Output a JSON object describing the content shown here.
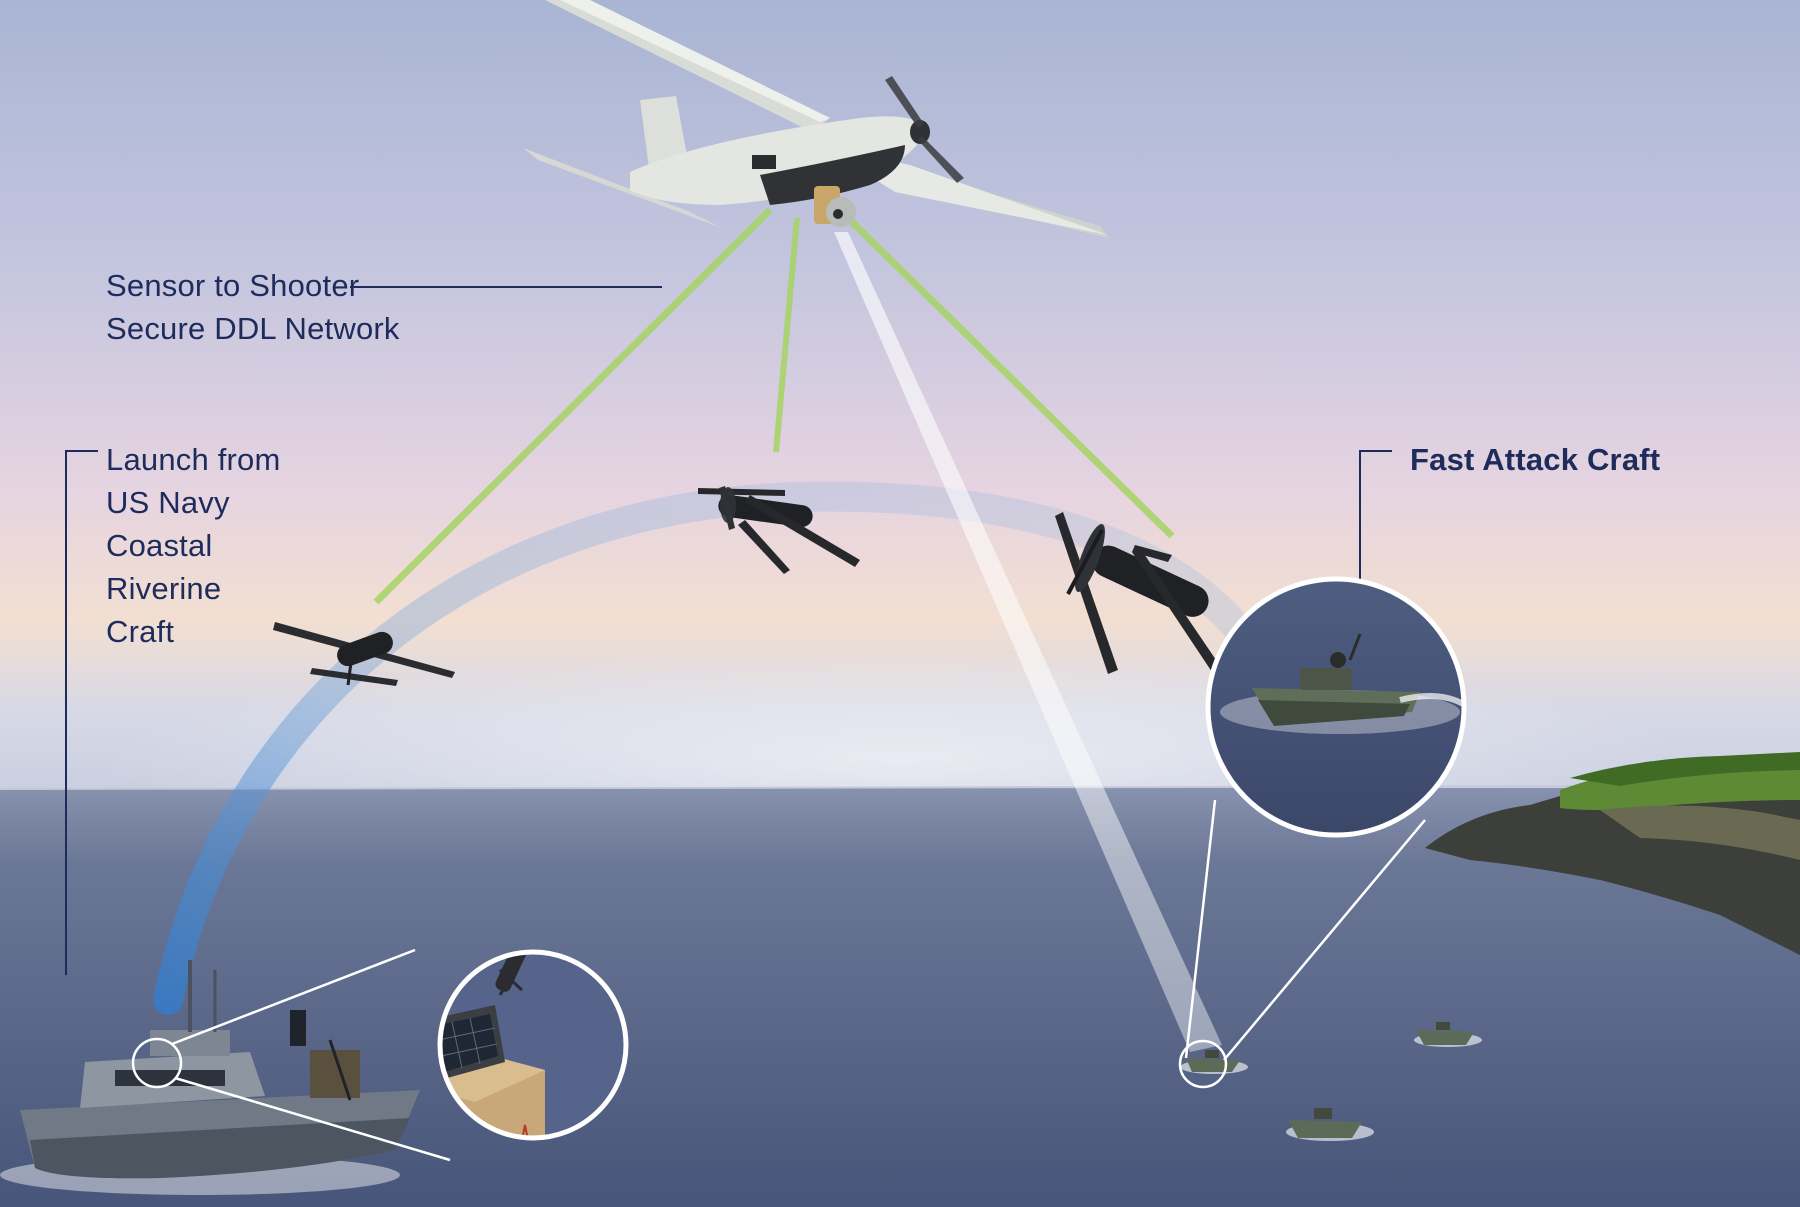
{
  "labels": {
    "sensor_network": [
      "Sensor to Shooter",
      "Secure DDL Network"
    ],
    "launch_platform": [
      "Launch from",
      "US Navy",
      "Coastal",
      "Riverine",
      "Craft"
    ],
    "target": "Fast Attack Craft"
  },
  "icons": {
    "surveillance_uav": "fixed-wing-drone-icon",
    "loitering_munitions": "tube-launched-munition-icon",
    "launch_boat": "patrol-boat-icon",
    "launcher_box": "solar-launch-canister-icon",
    "targets": "fast-attack-boat-icon"
  },
  "colors": {
    "sky_top": "#a9b7d6",
    "sky_mid": "#e4d4e2",
    "horizon_glow": "#f1dfcf",
    "sea": "#4d5d7e",
    "text": "#1e2c5c",
    "datalink": "#a4d463",
    "trajectory_arc": "#7fa8d6"
  }
}
